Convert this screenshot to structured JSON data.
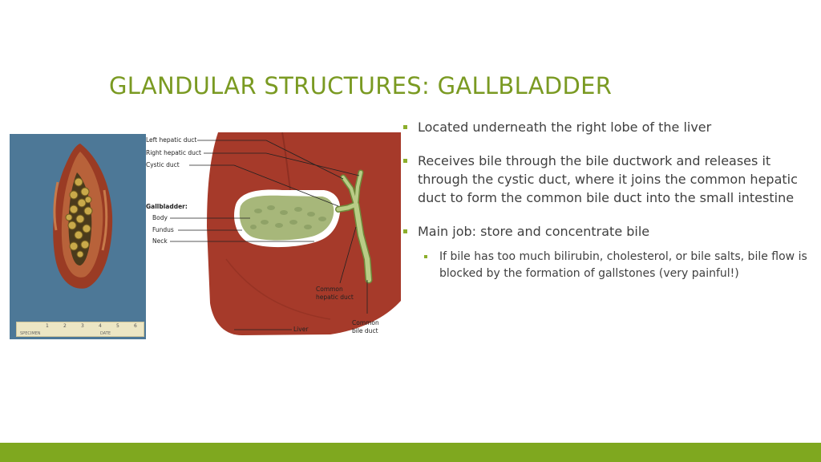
{
  "slide": {
    "title": "GLANDULAR STRUCTURES: GALLBLADDER",
    "accent_color": "#7fa81f",
    "bullets": [
      {
        "text": "Located underneath the right lobe of the liver"
      },
      {
        "text": "Receives bile through the bile ductwork and releases it through the cystic duct, where it joins the common hepatic duct to form the common bile duct into the small intestine"
      },
      {
        "text": "Main job: store and concentrate bile",
        "sub": [
          {
            "text": "If bile has too much bilirubin, cholesterol, or bile salts, bile flow is blocked by the formation of gallstones (very painful!)"
          }
        ]
      }
    ]
  },
  "photo": {
    "ruler_numbers": [
      "1",
      "2",
      "3",
      "4",
      "5",
      "6"
    ],
    "ruler_labels": [
      "SPECIMEN",
      "DATE"
    ]
  },
  "diagram": {
    "labels": {
      "left_hepatic_duct": "Left hepatic duct",
      "right_hepatic_duct": "Right hepatic duct",
      "cystic_duct": "Cystic duct",
      "gallbladder": "Gallbladder:",
      "body": "Body",
      "fundus": "Fundus",
      "neck": "Neck",
      "common_hepatic_duct_line1": "Common",
      "common_hepatic_duct_line2": "hepatic duct",
      "common_bile_duct_line1": "Common",
      "common_bile_duct_line2": "bile duct",
      "liver": "Liver"
    }
  }
}
